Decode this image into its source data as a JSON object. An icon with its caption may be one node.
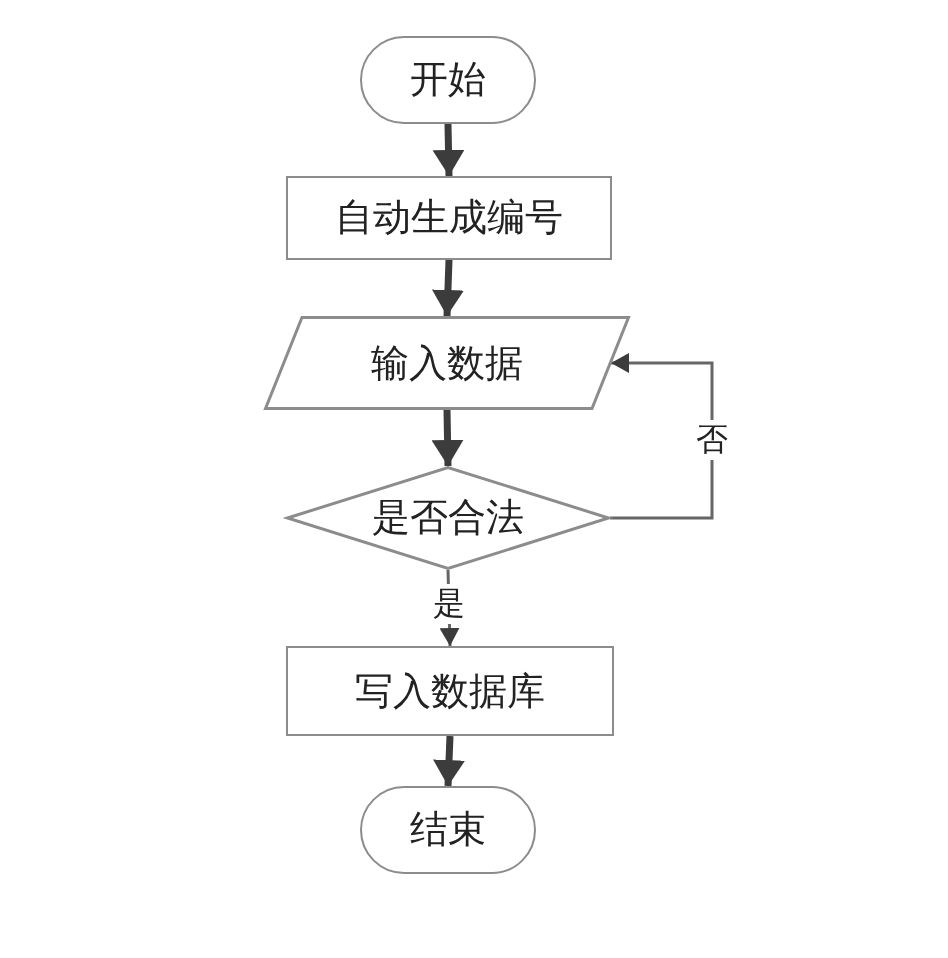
{
  "diagram": {
    "nodes": [
      {
        "text": [
          "开始"
        ]
      },
      {
        "text": [
          "自动生成编号"
        ]
      },
      {
        "text": [
          "输入数据"
        ]
      },
      {
        "text": [
          "是否合法"
        ]
      },
      {
        "text": [
          "写入数据库"
        ]
      },
      {
        "text": [
          "结束"
        ]
      }
    ],
    "edges": [
      {
        "from": 0,
        "to": 1,
        "arrow": "to"
      },
      {
        "from": 1,
        "to": 2,
        "arrow": "to"
      },
      {
        "from": 2,
        "to": 3,
        "arrow": "to"
      },
      {
        "from": 3,
        "to": 4,
        "arrow": "to",
        "label": "是"
      },
      {
        "from": 3,
        "to": 2,
        "arrow": "to",
        "label": "否"
      },
      {
        "from": 4,
        "to": 5,
        "arrow": "to"
      }
    ]
  }
}
